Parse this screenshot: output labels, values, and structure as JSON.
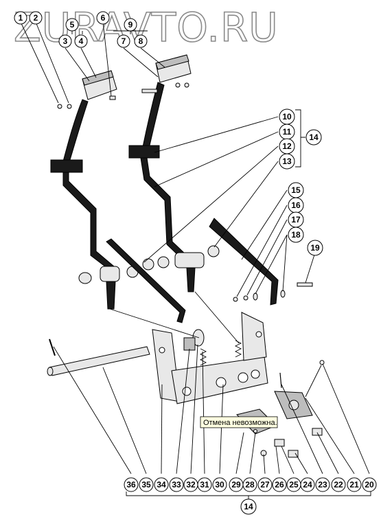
{
  "watermark": "ZURAVTO.RU",
  "tooltip": "Отмена невозможна.",
  "group_label": "14",
  "callouts": {
    "c1": "1",
    "c2": "2",
    "c3": "3",
    "c4": "4",
    "c5": "5",
    "c6": "6",
    "c7": "7",
    "c8": "8",
    "c9": "9",
    "c10": "10",
    "c11": "11",
    "c12": "12",
    "c13": "13",
    "c15": "15",
    "c16": "16",
    "c17": "17",
    "c18": "18",
    "c19": "19",
    "c20": "20",
    "c21": "21",
    "c22": "22",
    "c23": "23",
    "c24": "24",
    "c25": "25",
    "c26": "26",
    "c27": "27",
    "c28": "28",
    "c29": "29",
    "c30": "30",
    "c31": "31",
    "c32": "32",
    "c33": "33",
    "c34": "34",
    "c35": "35",
    "c36": "36"
  },
  "colors": {
    "ink": "#000000",
    "watermark_stroke": "#8a8a8a",
    "background": "#ffffff"
  }
}
